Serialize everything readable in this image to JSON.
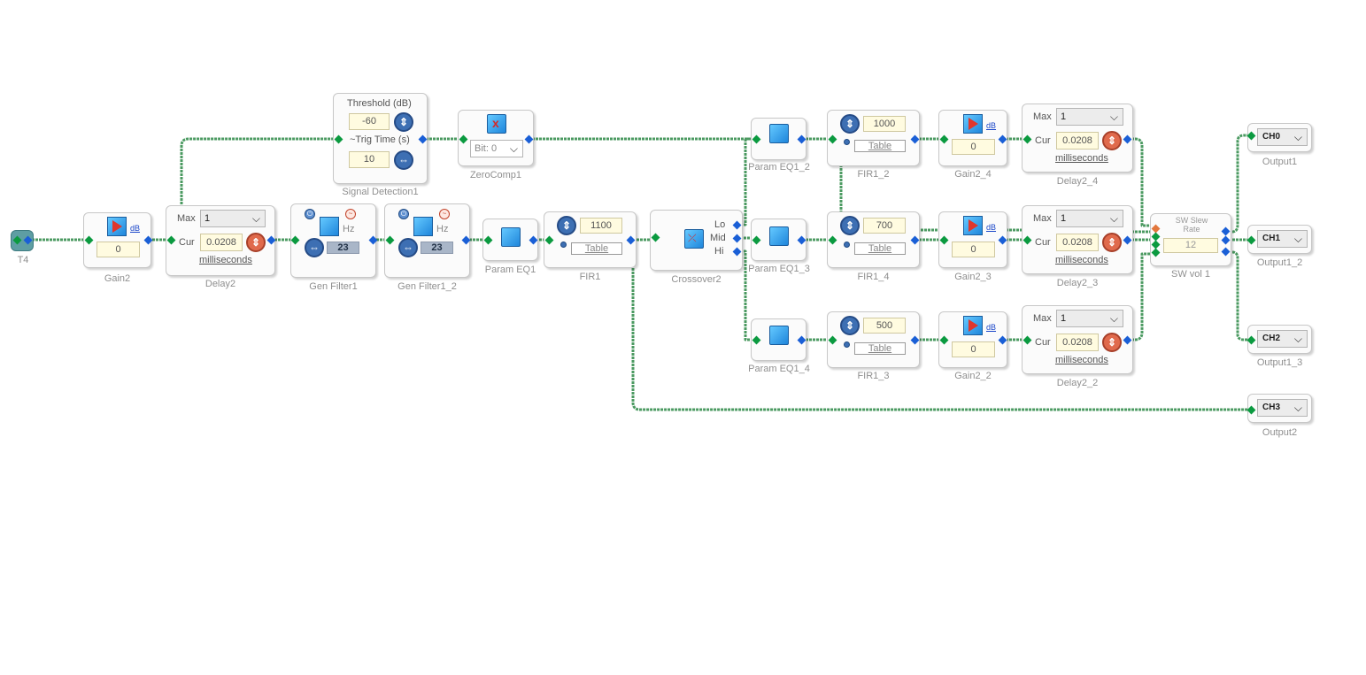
{
  "colors": {
    "wire": "#4b9a61",
    "input_port": "#0b9a40",
    "output_port": "#1a5fd6",
    "knob": "#3d6fb3",
    "knob_red": "#e06a4c"
  },
  "source": {
    "label": "T4"
  },
  "gain2": {
    "label": "Gain2",
    "unit": "dB",
    "value": "0"
  },
  "delay2": {
    "label": "Delay2",
    "max_label": "Max",
    "max_value": "1",
    "cur_label": "Cur",
    "cur_value": "0.0208",
    "unit": "milliseconds"
  },
  "gen_filter1": {
    "label": "Gen Filter1",
    "unit": "Hz",
    "value": "23"
  },
  "gen_filter1_2": {
    "label": "Gen Filter1_2",
    "unit": "Hz",
    "value": "23"
  },
  "signal_detection": {
    "label": "Signal Detection1",
    "threshold_label": "Threshold (dB)",
    "threshold_value": "-60",
    "trig_label": "~Trig Time (s)",
    "trig_value": "10"
  },
  "zerocomp": {
    "label": "ZeroComp1",
    "bit_value": "Bit: 0"
  },
  "param_eq1": {
    "label": "Param EQ1"
  },
  "fir1": {
    "label": "FIR1",
    "value": "1100",
    "table": "Table"
  },
  "crossover2": {
    "label": "Crossover2",
    "lo": "Lo",
    "mid": "Mid",
    "hi": "Hi"
  },
  "param_eq1_2": {
    "label": "Param EQ1_2"
  },
  "param_eq1_3": {
    "label": "Param EQ1_3"
  },
  "param_eq1_4": {
    "label": "Param EQ1_4"
  },
  "fir1_2": {
    "label": "FIR1_2",
    "value": "1000",
    "table": "Table"
  },
  "fir1_4": {
    "label": "FIR1_4",
    "value": "700",
    "table": "Table"
  },
  "fir1_3": {
    "label": "FIR1_3",
    "value": "500",
    "table": "Table"
  },
  "gain2_4": {
    "label": "Gain2_4",
    "unit": "dB",
    "value": "0"
  },
  "gain2_3": {
    "label": "Gain2_3",
    "unit": "dB",
    "value": "0"
  },
  "gain2_2": {
    "label": "Gain2_2",
    "unit": "dB",
    "value": "0"
  },
  "delay2_4": {
    "label": "Delay2_4",
    "max_label": "Max",
    "max_value": "1",
    "cur_label": "Cur",
    "cur_value": "0.0208",
    "unit": "milliseconds"
  },
  "delay2_3": {
    "label": "Delay2_3",
    "max_label": "Max",
    "max_value": "1",
    "cur_label": "Cur",
    "cur_value": "0.0208",
    "unit": "milliseconds"
  },
  "delay2_2": {
    "label": "Delay2_2",
    "max_label": "Max",
    "max_value": "1",
    "cur_label": "Cur",
    "cur_value": "0.0208",
    "unit": "milliseconds"
  },
  "sw_vol": {
    "label": "SW vol 1",
    "slew_label": "SW Slew Rate",
    "value": "12"
  },
  "output1": {
    "label": "Output1",
    "channel": "CH0"
  },
  "output1_2": {
    "label": "Output1_2",
    "channel": "CH1"
  },
  "output1_3": {
    "label": "Output1_3",
    "channel": "CH2"
  },
  "output2": {
    "label": "Output2",
    "channel": "CH3"
  }
}
